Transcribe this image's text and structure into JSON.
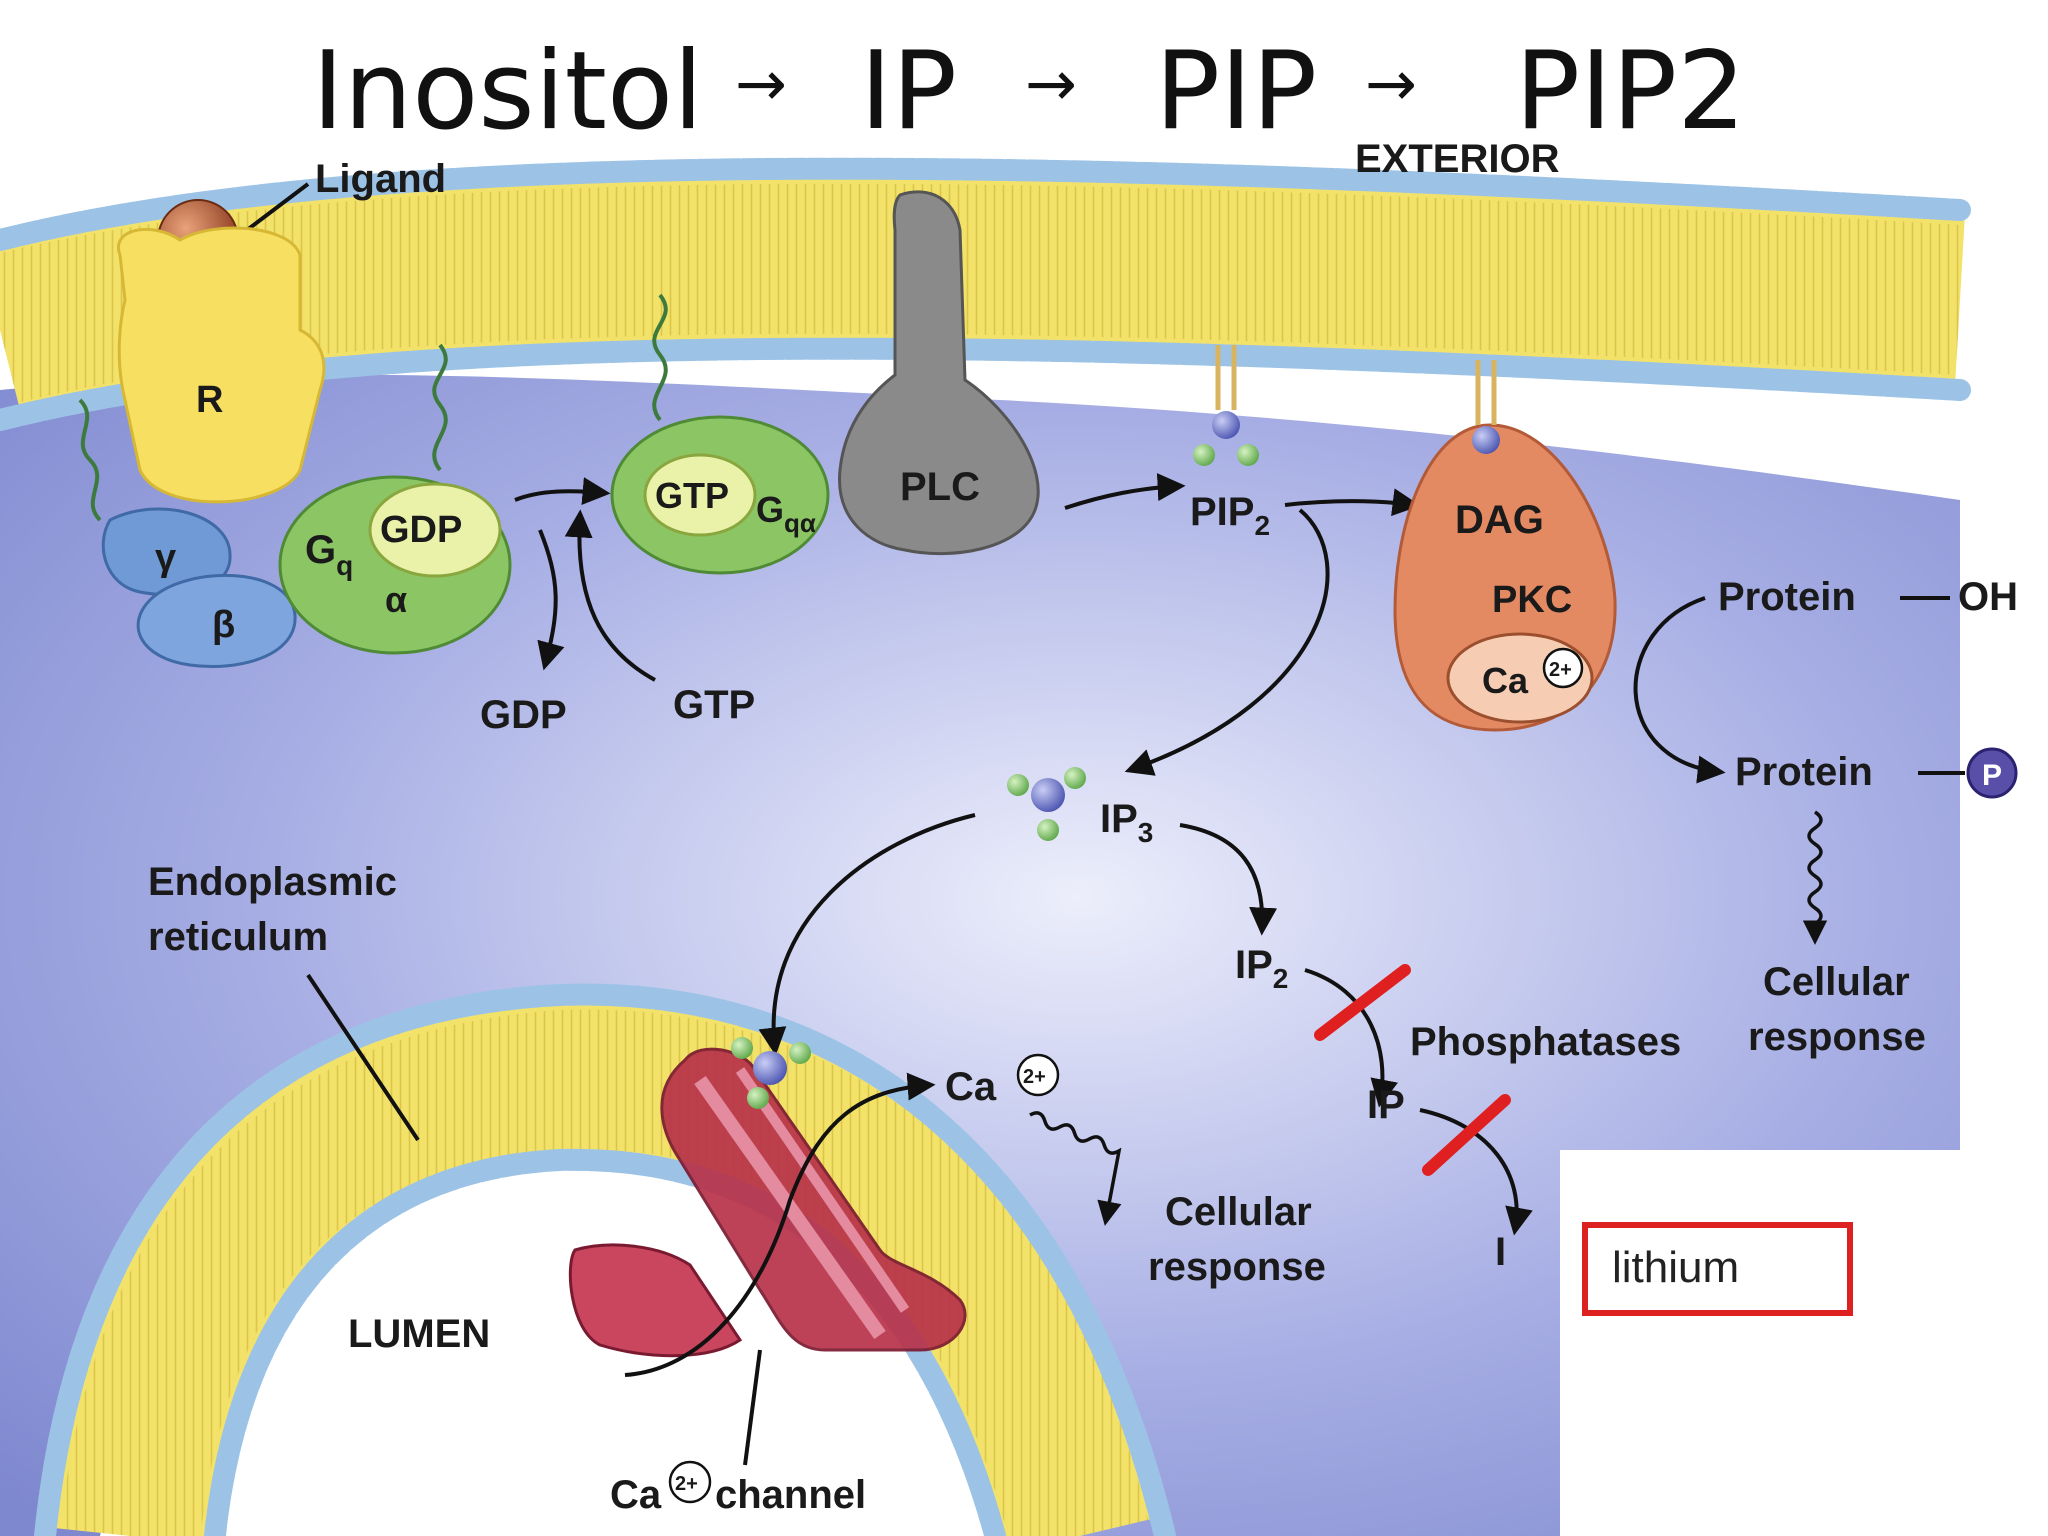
{
  "title": {
    "step1": "Inositol",
    "step2": "IP",
    "step3": "PIP",
    "step4": "PIP2",
    "arrow": "→"
  },
  "labels": {
    "exterior": "EXTERIOR",
    "ligand": "Ligand",
    "receptor": "R",
    "gamma": "γ",
    "beta": "β",
    "gq": "G",
    "gq_sub": "q",
    "alpha": "α",
    "gdp_inner": "GDP",
    "gtp_inner": "GTP",
    "gqa": "G",
    "gqa_sub": "qα",
    "plc": "PLC",
    "gdp_out": "GDP",
    "gtp_out": "GTP",
    "pip2": "PIP",
    "pip2_sub": "2",
    "dag": "DAG",
    "pkc": "PKC",
    "ca_pkc": "Ca",
    "ca_charge": "2+",
    "protein_oh_a": "Protein",
    "protein_oh_b": "OH",
    "protein_p": "Protein",
    "p_badge": "P",
    "cell_resp_right_1": "Cellular",
    "cell_resp_right_2": "response",
    "ip3": "IP",
    "ip3_sub": "3",
    "er_1": "Endoplasmic",
    "er_2": "reticulum",
    "ip2": "IP",
    "ip2_sub": "2",
    "phosphatases": "Phosphatases",
    "ip": "IP",
    "inositol_i": "I",
    "ca_free": "Ca",
    "cell_resp_mid_1": "Cellular",
    "cell_resp_mid_2": "response",
    "lumen": "LUMEN",
    "ca_channel_a": "Ca",
    "ca_channel_b": "channel",
    "lithium": "lithium"
  },
  "colors": {
    "membrane_yellow": "#f3e26a",
    "lipid_head_blue": "#9cc3e6",
    "cytoplasm_purple": "#8c95d8",
    "gprotein_green": "#8cc563",
    "plc_gray": "#8a8a8a",
    "pkc_orange": "#e48a63",
    "ca_channel_red": "#b8324a",
    "inhibit_red": "#e02020",
    "lithium_box": "#dd2020"
  }
}
